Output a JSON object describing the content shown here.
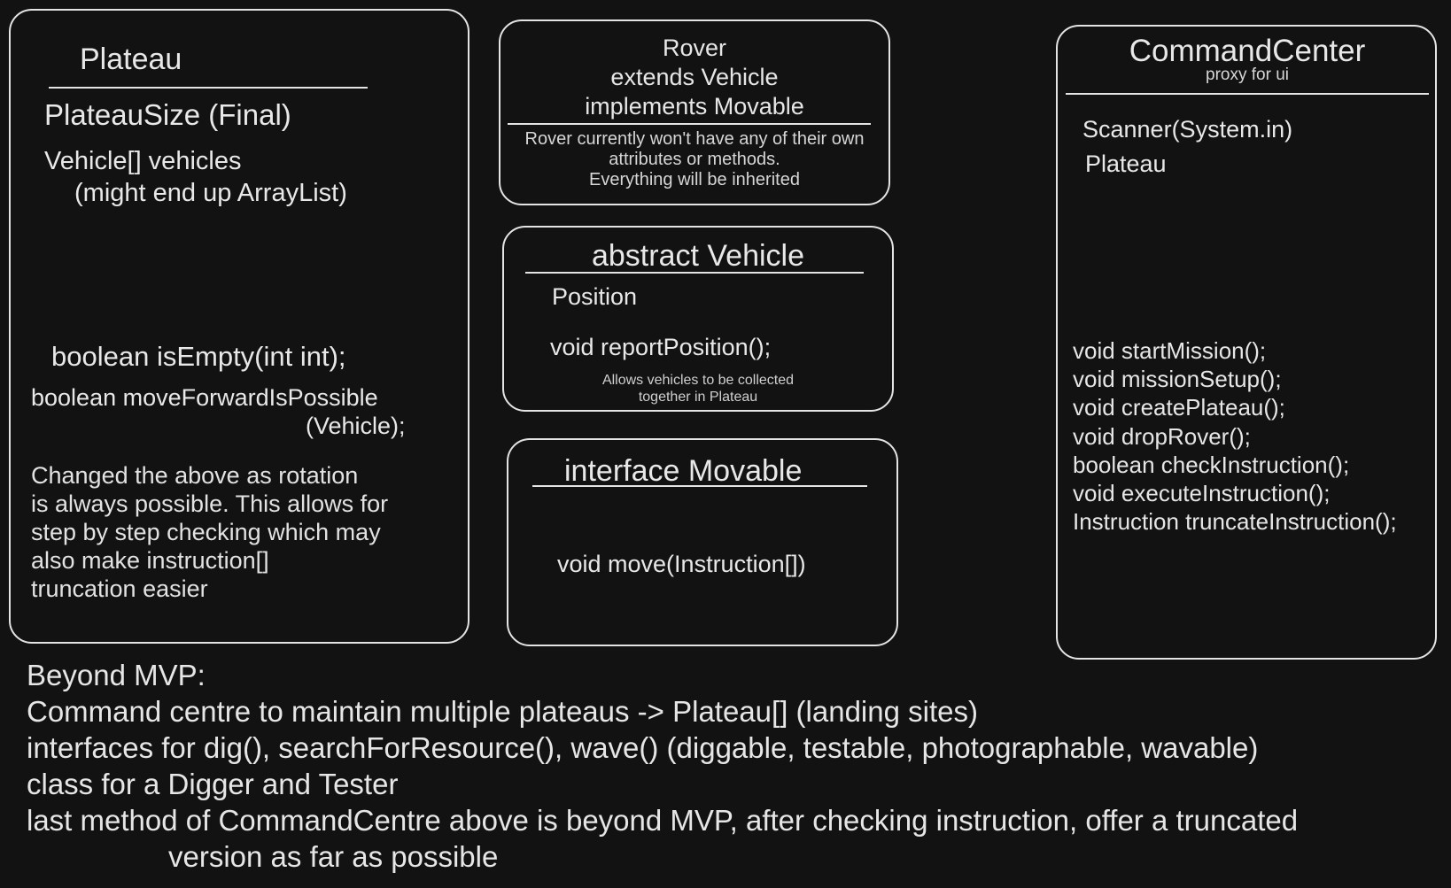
{
  "plateau": {
    "title": "Plateau",
    "attrs": [
      "PlateauSize (Final)",
      "Vehicle[] vehicles",
      "(might end up ArrayList)"
    ],
    "method_is_empty": "boolean isEmpty(int int);",
    "method_move_line1": "boolean moveForwardIsPossible",
    "method_move_line2": "(Vehicle);",
    "note_lines": [
      "Changed the above as rotation",
      "is always possible. This allows for",
      "step by step checking which may",
      "also make instruction[]",
      "truncation easier"
    ]
  },
  "rover": {
    "title_lines": [
      "Rover",
      "extends Vehicle",
      "implements Movable"
    ],
    "note_lines": [
      "Rover currently won't have any of their own",
      "attributes or methods.",
      "Everything will be inherited"
    ]
  },
  "vehicle": {
    "title": "abstract Vehicle",
    "attr": "Position",
    "method": "void reportPosition();",
    "note_lines": [
      "Allows vehicles to be collected",
      "together in Plateau"
    ]
  },
  "movable": {
    "title": "interface Movable",
    "method": "void move(Instruction[])"
  },
  "command_center": {
    "title": "CommandCenter",
    "subtitle": "proxy for ui",
    "attrs": [
      "Scanner(System.in)",
      "Plateau"
    ],
    "methods": [
      "void startMission();",
      "void missionSetup();",
      "void createPlateau();",
      "void dropRover();",
      "boolean checkInstruction();",
      "void executeInstruction();",
      "Instruction truncateInstruction();"
    ]
  },
  "beyond_mvp": {
    "heading": "Beyond MVP:",
    "lines": [
      "Command centre to maintain multiple plateaus -> Plateau[] (landing sites)",
      "interfaces for dig(), searchForResource(), wave() (diggable, testable, photographable, wavable)",
      "class for a Digger and Tester",
      "last method of CommandCentre above is beyond MVP, after checking instruction, offer a truncated",
      "version as far as possible"
    ]
  },
  "colors": {
    "background": "#121212",
    "stroke": "#e4e4e4",
    "text": "#e8e8e8"
  }
}
